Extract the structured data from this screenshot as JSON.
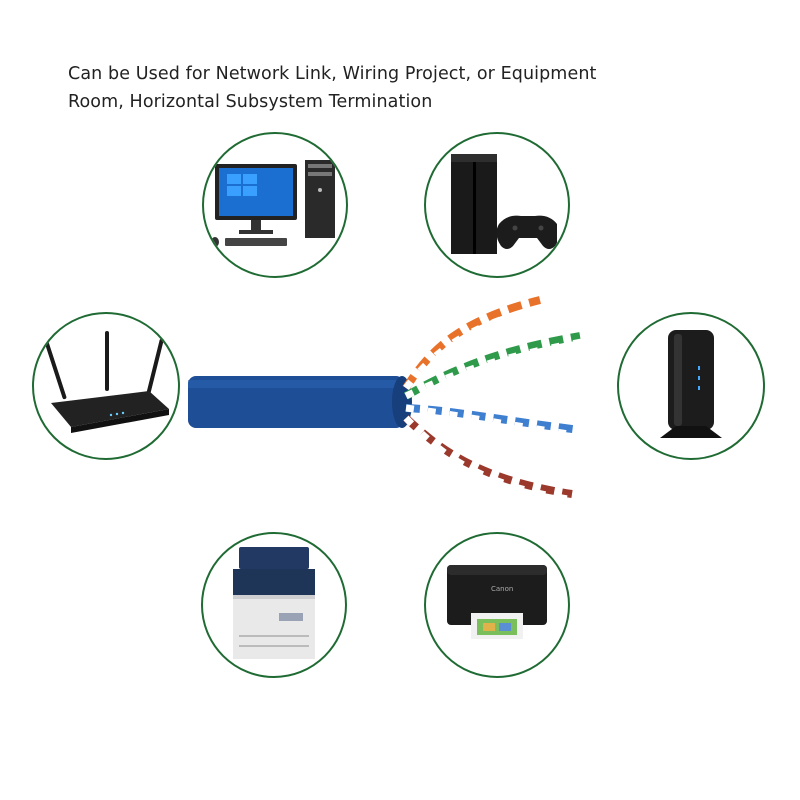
{
  "caption": {
    "line1": "Can be Used for Network Link, Wiring Project, or Equipment",
    "line2": "Room, Horizontal Subsystem Termination"
  },
  "colors": {
    "ring": "#1f6b33",
    "cable_jacket": "#1d4e96",
    "pair_orange": "#e8722a",
    "pair_green": "#2e9a4a",
    "pair_blue": "#3f7fd0",
    "pair_brown": "#9b3a2c"
  },
  "devices": [
    {
      "id": "computer",
      "icon": "desktop-computer-icon"
    },
    {
      "id": "console",
      "icon": "game-console-icon"
    },
    {
      "id": "router",
      "icon": "wifi-router-icon"
    },
    {
      "id": "modem",
      "icon": "modem-icon"
    },
    {
      "id": "laser",
      "icon": "laser-printer-icon"
    },
    {
      "id": "inkjet",
      "icon": "inkjet-printer-icon",
      "brand_text": "Canon"
    }
  ]
}
